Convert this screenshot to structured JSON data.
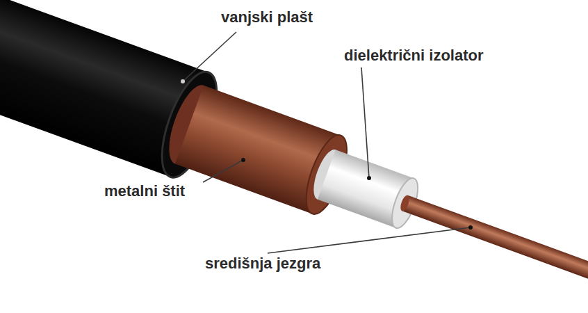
{
  "diagram": {
    "labels": [
      "vanjski plašt",
      "dielektrični izolator",
      "metalni štit",
      "središnja jezgra"
    ]
  }
}
